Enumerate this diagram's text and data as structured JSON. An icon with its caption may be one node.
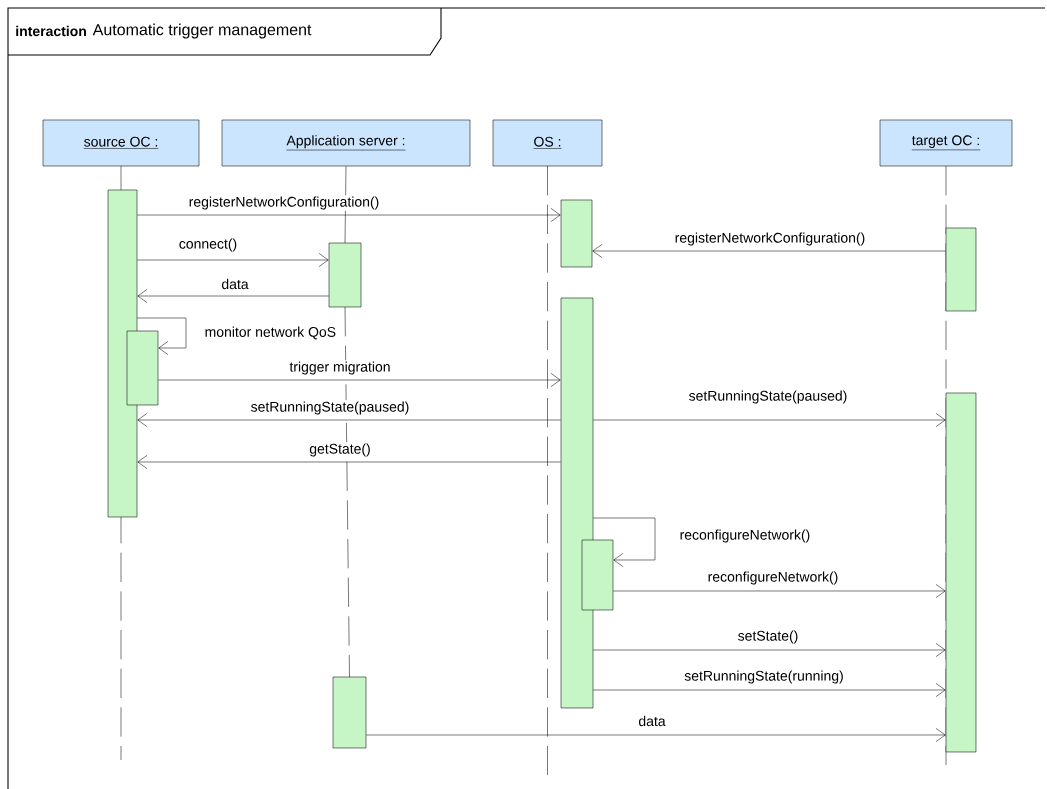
{
  "diagram": {
    "title": "Automatic trigger management",
    "nodes": [
      {
        "text": [
          "source OC :"
        ]
      },
      {
        "text": [
          "Application server :"
        ]
      },
      {
        "text": [
          "OS :"
        ]
      },
      {
        "text": [
          "target OC :"
        ]
      },
      {
        "text": [],
        "shape": "bar"
      },
      {
        "text": [],
        "shape": "bar"
      },
      {
        "text": [],
        "shape": "bar"
      },
      {
        "text": [],
        "shape": "bar"
      },
      {
        "text": [],
        "shape": "bar"
      },
      {
        "text": [],
        "shape": "bar"
      },
      {
        "text": [],
        "shape": "bar"
      },
      {
        "text": [],
        "shape": "bar"
      },
      {
        "text": [],
        "shape": "bar"
      }
    ],
    "edges": [
      {
        "from": 4,
        "to": 5,
        "arrow": "to",
        "label": "registerNetworkConfiguration()"
      },
      {
        "from": 6,
        "to": 5,
        "arrow": "to",
        "label": "registerNetworkConfiguration()"
      },
      {
        "from": 4,
        "to": 7,
        "arrow": "to",
        "label": "connect()"
      },
      {
        "from": 7,
        "to": 4,
        "arrow": "to",
        "label": "data"
      },
      {
        "from": 4,
        "to": 9,
        "arrow": "to",
        "label": "monitor network QoS"
      },
      {
        "from": 9,
        "to": 8,
        "arrow": "to",
        "label": "trigger migration"
      },
      {
        "from": 8,
        "to": 4,
        "arrow": "to",
        "label": "setRunningState(paused)"
      },
      {
        "from": 8,
        "to": 10,
        "arrow": "to",
        "label": "setRunningState(paused)"
      },
      {
        "from": 8,
        "to": 4,
        "arrow": "to",
        "label": "getState()"
      },
      {
        "from": 8,
        "to": 11,
        "arrow": "to",
        "label": "reconfigureNetwork()"
      },
      {
        "from": 11,
        "to": 10,
        "arrow": "to",
        "label": "reconfigureNetwork()"
      },
      {
        "from": 8,
        "to": 10,
        "arrow": "to",
        "label": "setState()"
      },
      {
        "from": 8,
        "to": 10,
        "arrow": "to",
        "label": "setRunningState(running)"
      },
      {
        "from": 12,
        "to": 10,
        "arrow": "to",
        "label": "data"
      },
      {
        "from": 1,
        "to": 7,
        "arrow": "none"
      },
      {
        "from": 7,
        "to": 12,
        "arrow": "none",
        "style": "dashed"
      }
    ],
    "labels": [
      "interaction"
    ]
  }
}
